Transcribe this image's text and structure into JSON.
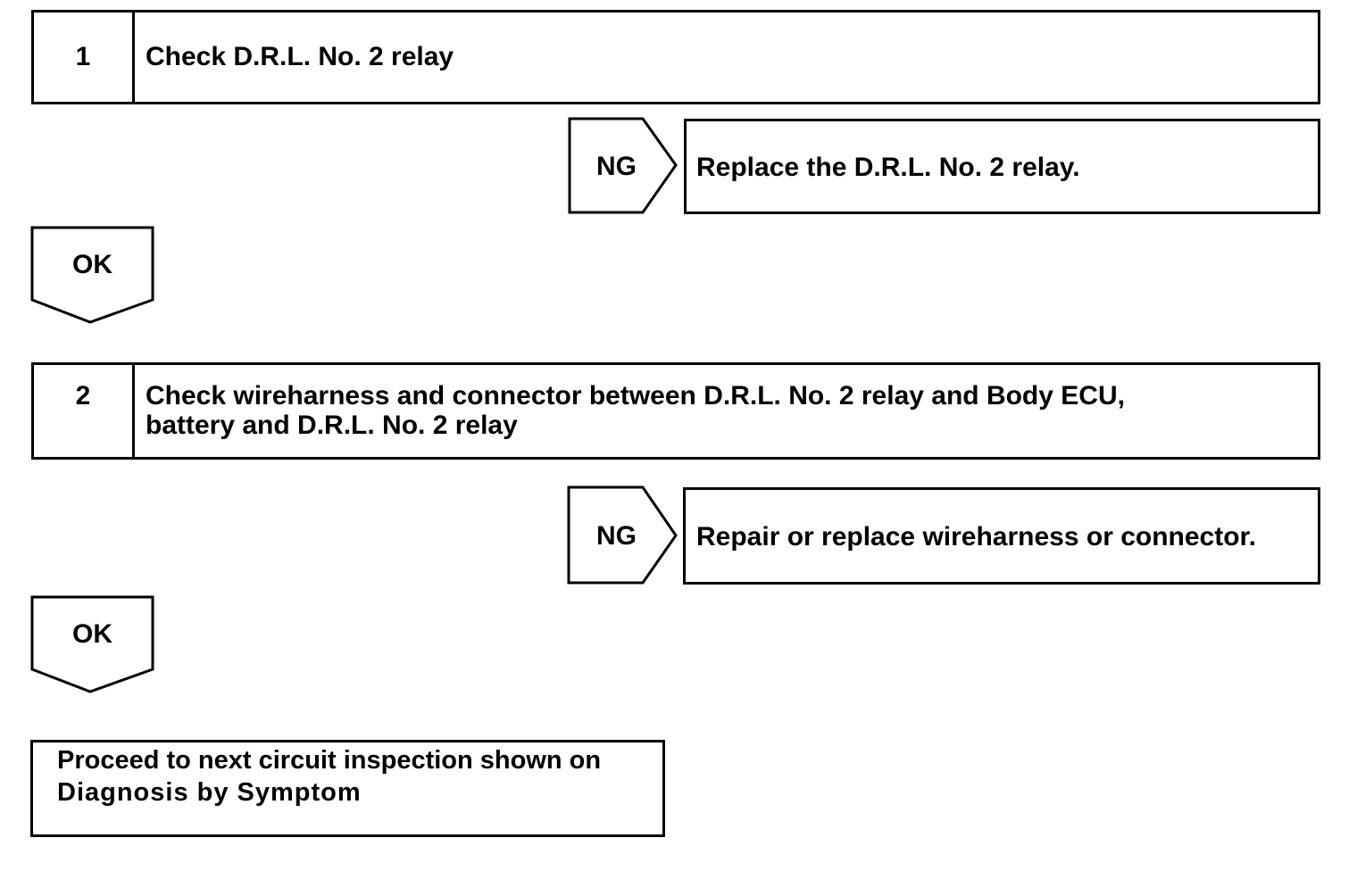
{
  "steps": [
    {
      "number": "1",
      "title_lines": [
        "Check D.R.L. No. 2 relay"
      ]
    },
    {
      "number": "2",
      "title_lines": [
        "Check wireharness and connector between D.R.L. No. 2 relay and Body ECU,",
        "battery and D.R.L. No. 2 relay"
      ]
    }
  ],
  "ng_branches": [
    {
      "label": "NG",
      "action": "Replace the D.R.L. No. 2 relay."
    },
    {
      "label": "NG",
      "action": "Repair or replace wireharness or connector."
    }
  ],
  "ok_labels": [
    "OK",
    "OK"
  ],
  "final_box": {
    "lines": [
      "Proceed to next circuit inspection shown on",
      "Diagnosis by Symptom"
    ]
  }
}
